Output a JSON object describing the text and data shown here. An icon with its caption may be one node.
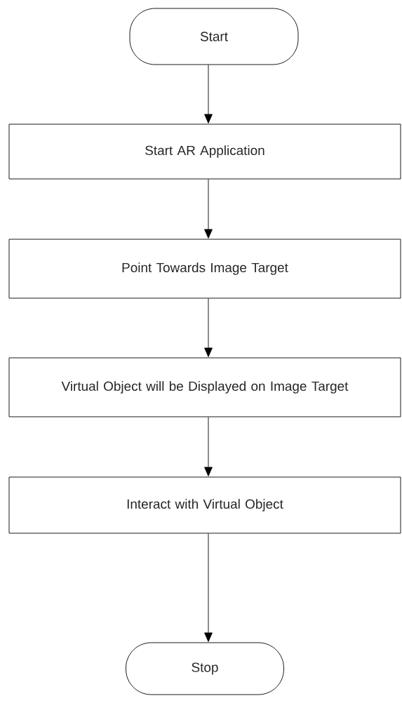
{
  "diagram": {
    "nodes": [
      {
        "text": [
          "Start"
        ]
      },
      {
        "text": [
          "Start AR Application"
        ]
      },
      {
        "text": [
          "Point Towards Image Target"
        ]
      },
      {
        "text": [
          "Virtual Object will be Displayed on Image Target"
        ]
      },
      {
        "text": [
          "Interact with Virtual Object"
        ]
      },
      {
        "text": [
          "Stop"
        ]
      }
    ],
    "edges": [
      {
        "from": 0,
        "to": 1,
        "arrow": "to"
      },
      {
        "from": 1,
        "to": 2,
        "arrow": "to"
      },
      {
        "from": 2,
        "to": 3,
        "arrow": "to"
      },
      {
        "from": 3,
        "to": 4,
        "arrow": "to"
      },
      {
        "from": 4,
        "to": 5,
        "arrow": "to"
      }
    ]
  }
}
